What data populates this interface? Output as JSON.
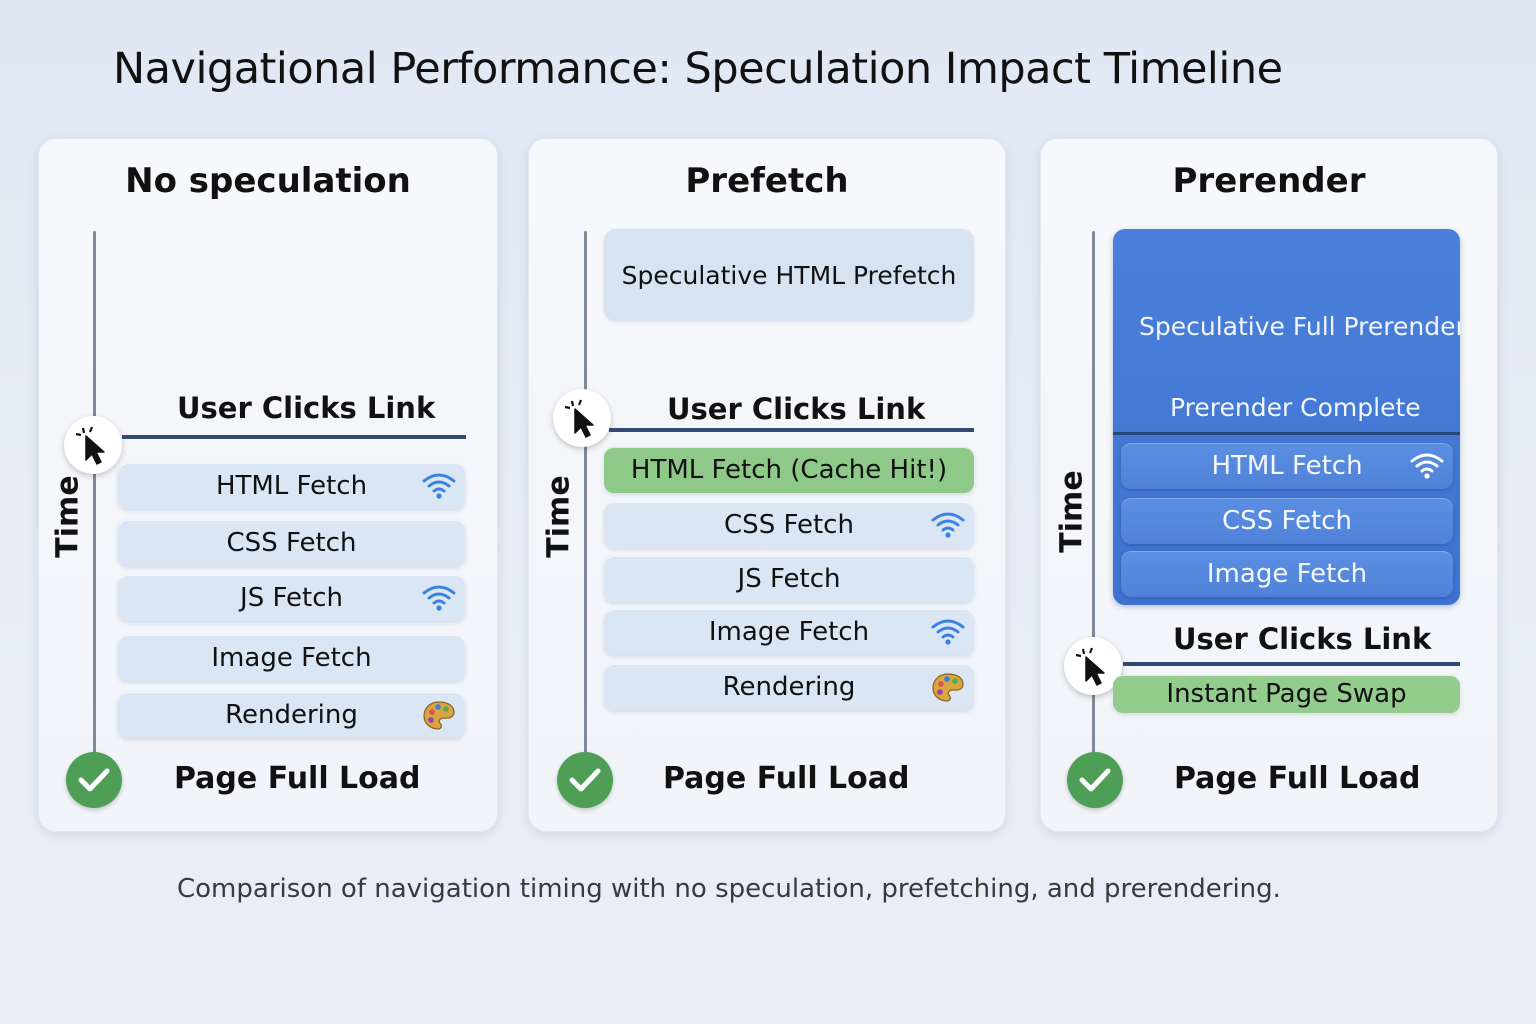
{
  "title": "Navigational Performance: Speculation Impact Timeline",
  "caption": "Comparison of navigation timing with no speculation, prefetching, and prerendering.",
  "axis_label": "Time",
  "click_label": "User Clicks Link",
  "end_label": "Page Full Load",
  "colors": {
    "bar": "#dbe6f4",
    "cache_hit": "#8ec98a",
    "prerender": "#4a80db",
    "check": "#4f9e55",
    "wifi": "#3b82e0"
  },
  "panels": [
    {
      "title": "No speculation",
      "steps": [
        {
          "label": "HTML Fetch",
          "icon": "wifi-icon"
        },
        {
          "label": "CSS Fetch",
          "icon": ""
        },
        {
          "label": "JS Fetch",
          "icon": "wifi-icon"
        },
        {
          "label": "Image Fetch",
          "icon": ""
        },
        {
          "label": "Rendering",
          "icon": "palette-icon"
        }
      ]
    },
    {
      "title": "Prefetch",
      "speculative": "Speculative HTML Prefetch",
      "steps": [
        {
          "label": "HTML Fetch (Cache Hit!)",
          "icon": ""
        },
        {
          "label": "CSS Fetch",
          "icon": "wifi-icon"
        },
        {
          "label": "JS Fetch",
          "icon": ""
        },
        {
          "label": "Image Fetch",
          "icon": "wifi-icon"
        },
        {
          "label": "Rendering",
          "icon": "palette-icon"
        }
      ]
    },
    {
      "title": "Prerender",
      "speculative": "Speculative Full Prerender",
      "complete": "Prerender Complete",
      "steps": [
        {
          "label": "HTML Fetch",
          "icon": "wifi-icon"
        },
        {
          "label": "CSS Fetch",
          "icon": ""
        },
        {
          "label": "Image Fetch",
          "icon": ""
        }
      ],
      "swap": "Instant Page Swap"
    }
  ]
}
